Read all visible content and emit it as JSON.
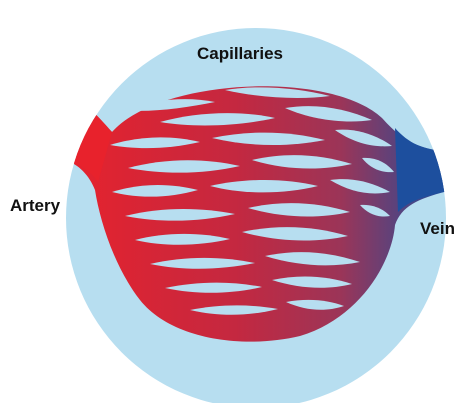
{
  "labels": {
    "capillaries": "Capillaries",
    "artery": "Artery",
    "vein": "Vein"
  },
  "colors": {
    "background_circle": "#b7def0",
    "artery": "#e8222c",
    "mid": "#9b3558",
    "vein": "#1d4f9e"
  }
}
